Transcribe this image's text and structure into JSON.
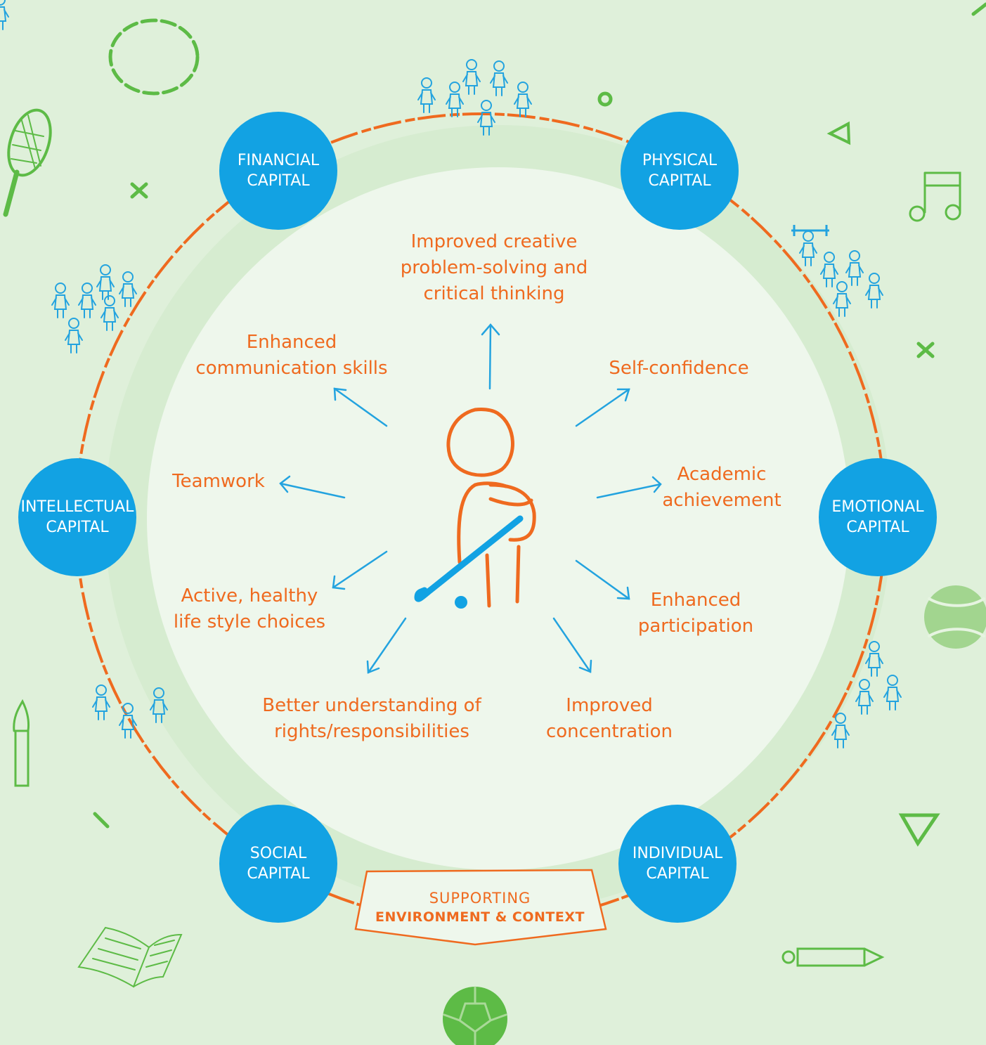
{
  "center_figure": "hockey-player-figure",
  "outcomes": [
    {
      "id": "creative",
      "lines": [
        "Improved creative",
        "problem-solving and",
        "critical thinking"
      ]
    },
    {
      "id": "communication",
      "lines": [
        "Enhanced",
        "communication skills"
      ]
    },
    {
      "id": "self-confidence",
      "lines": [
        "Self-confidence"
      ]
    },
    {
      "id": "teamwork",
      "lines": [
        "Teamwork"
      ]
    },
    {
      "id": "academic",
      "lines": [
        "Academic",
        "achievement"
      ]
    },
    {
      "id": "healthy",
      "lines": [
        "Active, healthy",
        "life style choices"
      ]
    },
    {
      "id": "participation",
      "lines": [
        "Enhanced",
        "participation"
      ]
    },
    {
      "id": "rights",
      "lines": [
        "Better understanding of",
        "rights/responsibilities"
      ]
    },
    {
      "id": "concentration",
      "lines": [
        "Improved",
        "concentration"
      ]
    }
  ],
  "capitals": [
    {
      "id": "financial",
      "lines": [
        "FINANCIAL",
        "CAPITAL"
      ]
    },
    {
      "id": "physical",
      "lines": [
        "PHYSICAL",
        "CAPITAL"
      ]
    },
    {
      "id": "intellectual",
      "lines": [
        "INTELLECTUAL",
        "CAPITAL"
      ]
    },
    {
      "id": "emotional",
      "lines": [
        "EMOTIONAL",
        "CAPITAL"
      ]
    },
    {
      "id": "social",
      "lines": [
        "SOCIAL",
        "CAPITAL"
      ]
    },
    {
      "id": "individual",
      "lines": [
        "INDIVIDUAL",
        "CAPITAL"
      ]
    }
  ],
  "banner": {
    "line1": "SUPPORTING",
    "line2": "ENVIRONMENT & CONTEXT"
  },
  "decorations": [
    "hoop-icon",
    "tennis-racket-icon",
    "cross-icon",
    "music-note-icon",
    "triangle-icon",
    "tennis-ball-icon",
    "paintbrush-icon",
    "book-icon",
    "pencil-icon",
    "soccer-ball-icon",
    "people-group-icon",
    "weightlifter-icon"
  ],
  "colors": {
    "background": "#dff0da",
    "inner_circle": "#eef7ec",
    "ring": "#ef6a1f",
    "capital": "#12a2e3",
    "arrow": "#23a3df",
    "text": "#ef6a1f",
    "decor": "#5dbb46"
  }
}
